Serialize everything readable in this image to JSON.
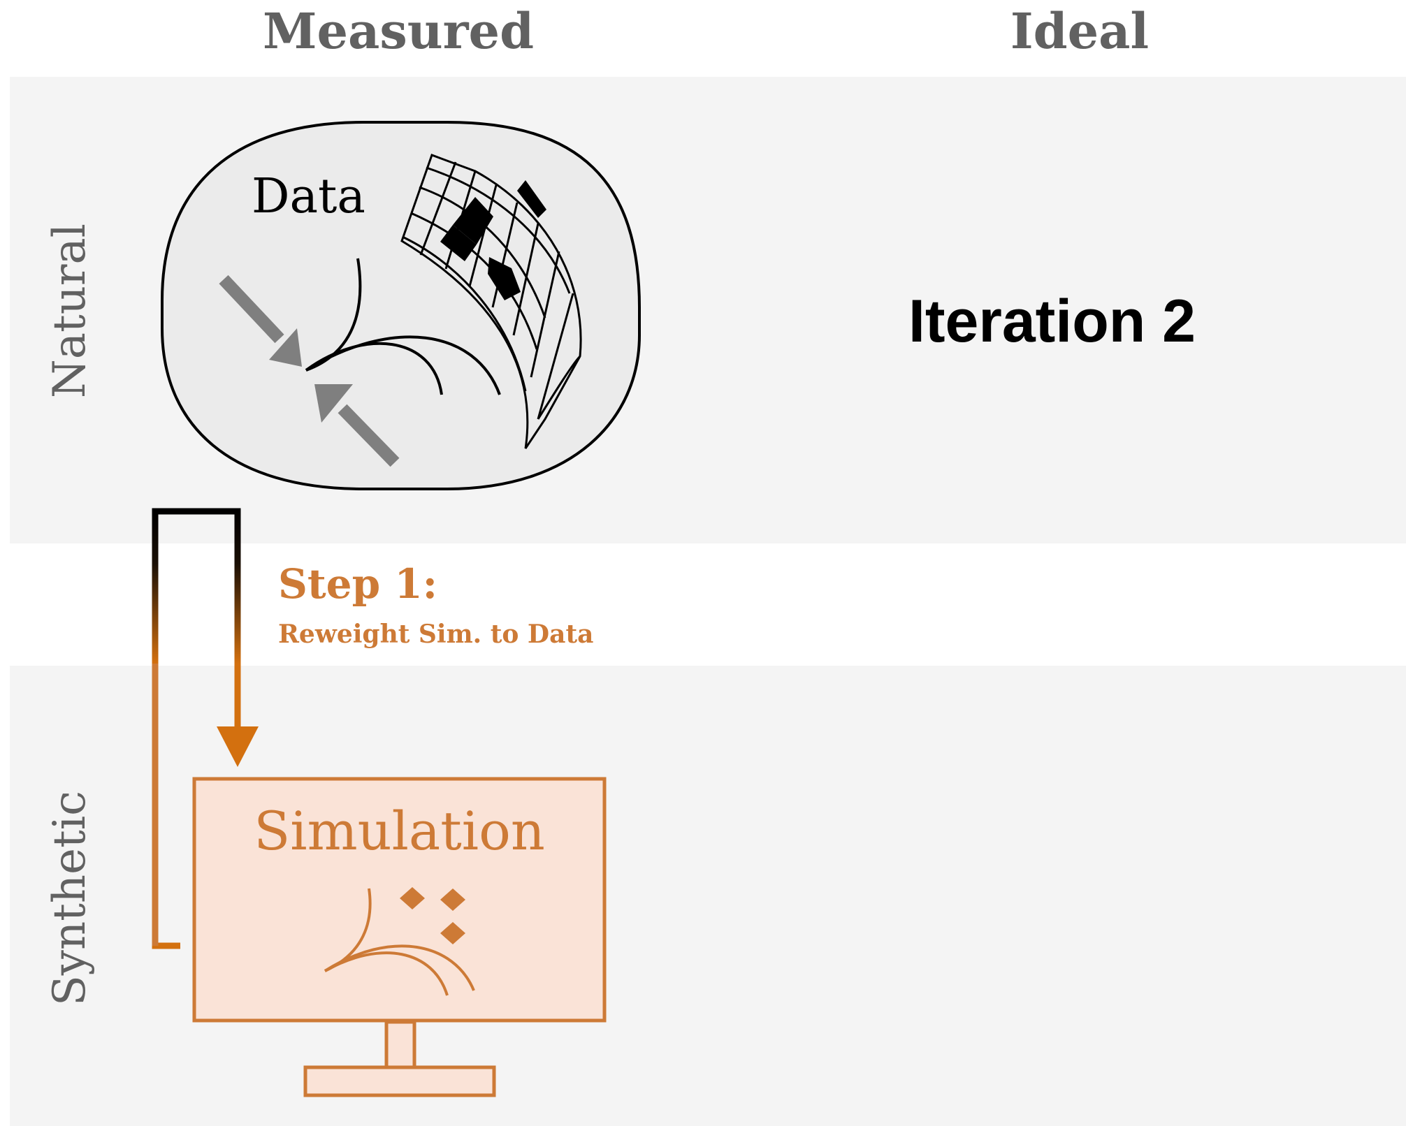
{
  "columns": {
    "measured": "Measured",
    "ideal": "Ideal"
  },
  "rows": {
    "natural": "Natural",
    "synthetic": "Synthetic"
  },
  "data_box": {
    "label": "Data"
  },
  "iteration": {
    "label": "Iteration 2"
  },
  "step1": {
    "title": "Step 1:",
    "subtitle": "Reweight Sim. to Data"
  },
  "simulation": {
    "label": "Simulation"
  },
  "colors": {
    "band": "#f4f4f4",
    "header_text": "#616161",
    "accent": "#cd7a36",
    "accent_dark": "#d3700f",
    "sim_fill": "#fae3d7",
    "data_fill": "#ebebeb"
  }
}
